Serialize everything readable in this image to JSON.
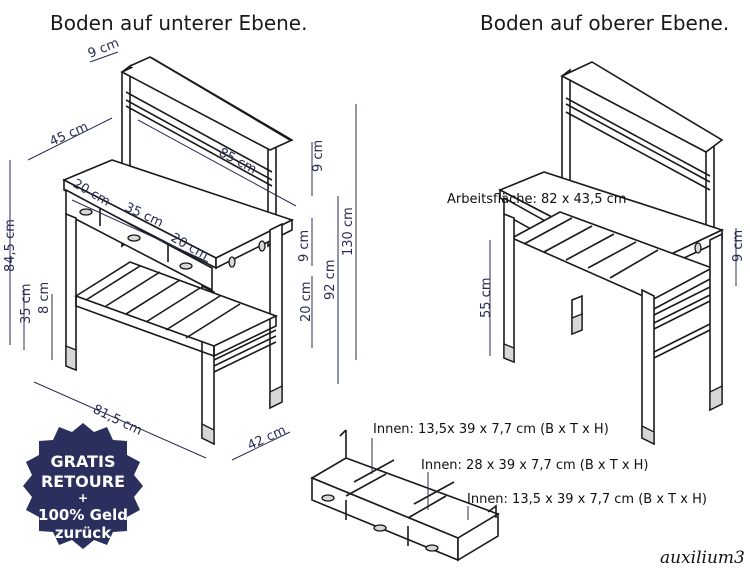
{
  "titles": {
    "left": "Boden auf unterer Ebene.",
    "right": "Boden auf oberer Ebene."
  },
  "dimensions_left": {
    "top_shelf_depth": "9 cm",
    "side_depth": "45 cm",
    "back_width": "85 cm",
    "back_height_right": "9 cm",
    "drawer_left": "20 cm",
    "drawer_middle": "35 cm",
    "drawer_right": "20 cm",
    "height_work": "84,5 cm",
    "drawer_height": "9 cm",
    "total_height": "130 cm",
    "leg_height": "92 cm",
    "shelf_gap": "20 cm",
    "lower_height": "35 cm",
    "foot_height": "8 cm",
    "total_width": "81,5 cm",
    "total_depth": "42 cm"
  },
  "dimensions_right": {
    "worksurface": "Arbeitsfläche: 82 x 43,5 cm",
    "shelf_height": "55 cm",
    "drawer_height": "9 cm"
  },
  "drawer_notes": [
    "Innen: 13,5x 39 x 7,7 cm (B x T x H)",
    "Innen: 28 x 39 x 7,7 cm (B x T x H)",
    "Innen: 13,5 x 39 x 7,7 cm (B x T x H)"
  ],
  "seal": {
    "line1": "GRATIS",
    "line2": "RETOURE",
    "line3": "+",
    "line4": "100% Geld",
    "line5": "zurück",
    "color": "#2b2f5e"
  },
  "brand": "auxilium3"
}
